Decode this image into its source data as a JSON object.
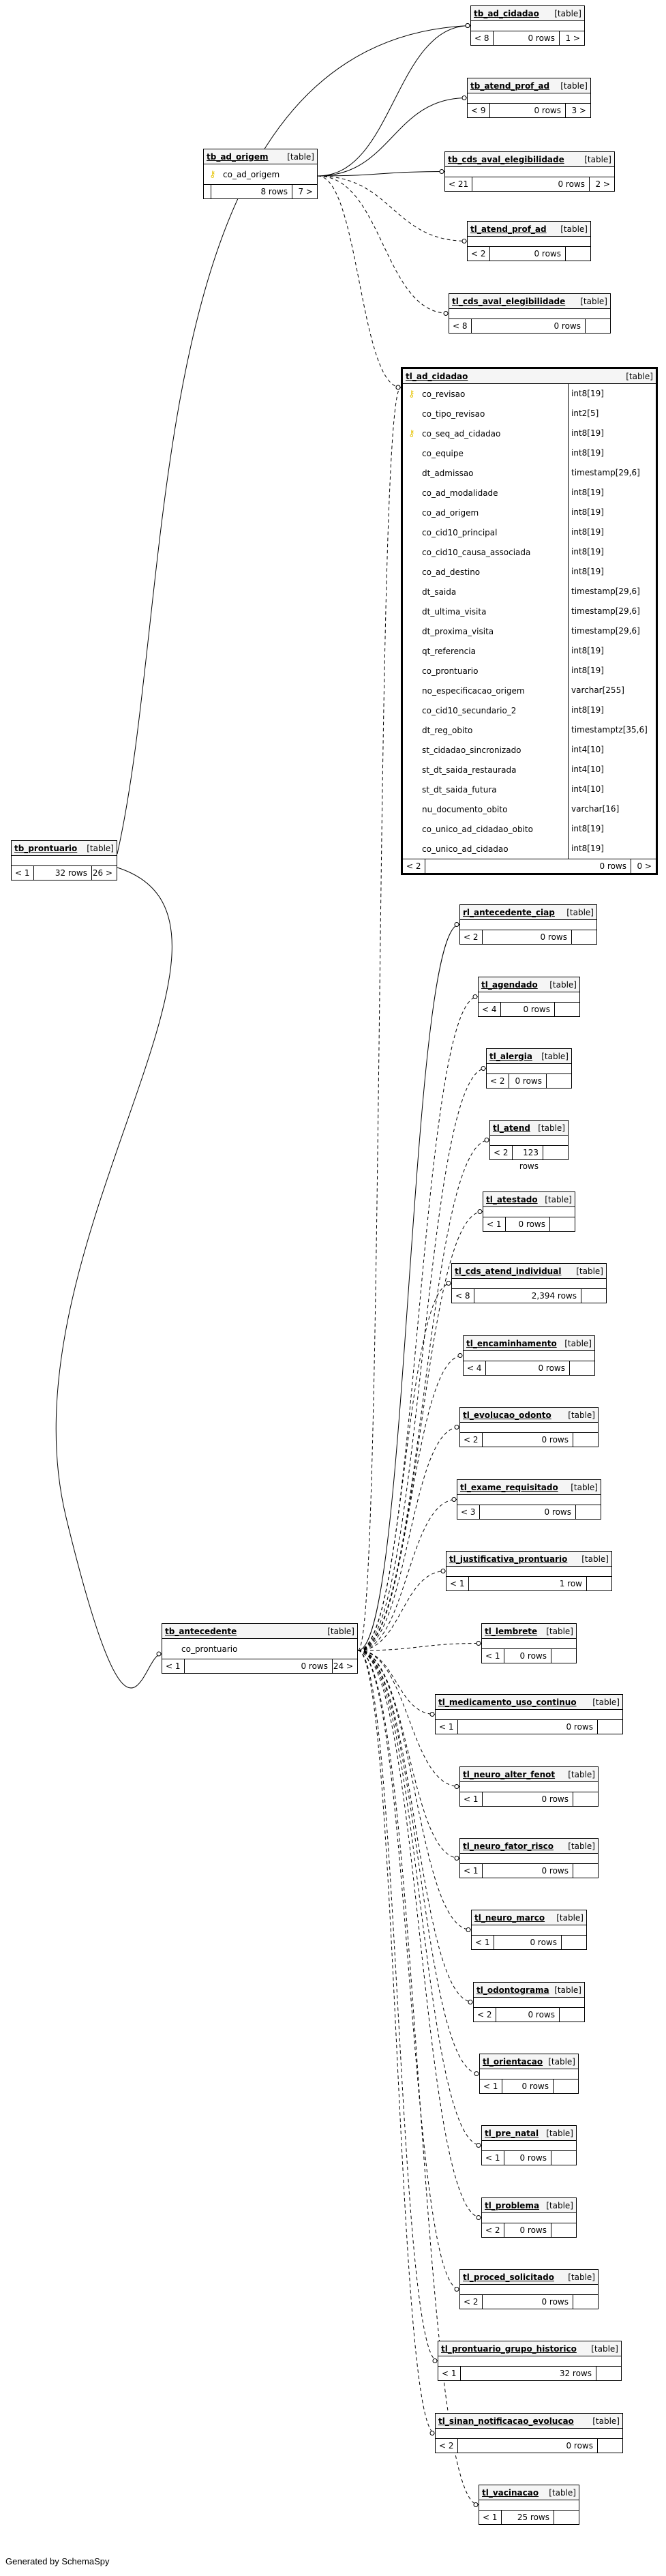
{
  "footer_text": "Generated by SchemaSpy",
  "tables": [
    {
      "id": "tb_ad_cidadao",
      "name": "tb_ad_cidadao",
      "kind": "[table]",
      "columns": [],
      "foot": [
        "< 8",
        "0 rows",
        "1 >"
      ]
    },
    {
      "id": "tb_atend_prof_ad",
      "name": "tb_atend_prof_ad",
      "kind": "[table]",
      "columns": [],
      "foot": [
        "< 9",
        "0 rows",
        "3 >"
      ]
    },
    {
      "id": "tb_ad_origem",
      "name": "tb_ad_origem",
      "kind": "[table]",
      "columns": [
        {
          "name": "co_ad_origem",
          "key": true
        }
      ],
      "foot": [
        "",
        "8 rows",
        "7 >"
      ]
    },
    {
      "id": "tb_cds_aval_elegibilidade",
      "name": "tb_cds_aval_elegibilidade",
      "kind": "[table]",
      "columns": [],
      "foot": [
        "< 21",
        "0 rows",
        "2 >"
      ]
    },
    {
      "id": "tl_atend_prof_ad",
      "name": "tl_atend_prof_ad",
      "kind": "[table]",
      "columns": [],
      "foot": [
        "< 2",
        "0 rows",
        ""
      ]
    },
    {
      "id": "tl_cds_aval_elegibilidade",
      "name": "tl_cds_aval_elegibilidade",
      "kind": "[table]",
      "columns": [],
      "foot": [
        "< 8",
        "0 rows",
        ""
      ]
    },
    {
      "id": "tl_ad_cidadao",
      "name": "tl_ad_cidadao",
      "kind": "[table]",
      "foot": [
        "< 2",
        "0 rows",
        "0 >"
      ],
      "columns": [
        {
          "name": "co_revisao",
          "type": "int8[19]",
          "key": true
        },
        {
          "name": "co_tipo_revisao",
          "type": "int2[5]",
          "key": false
        },
        {
          "name": "co_seq_ad_cidadao",
          "type": "int8[19]",
          "key": true
        },
        {
          "name": "co_equipe",
          "type": "int8[19]",
          "key": false
        },
        {
          "name": "dt_admissao",
          "type": "timestamp[29,6]",
          "key": false
        },
        {
          "name": "co_ad_modalidade",
          "type": "int8[19]",
          "key": false
        },
        {
          "name": "co_ad_origem",
          "type": "int8[19]",
          "key": false
        },
        {
          "name": "co_cid10_principal",
          "type": "int8[19]",
          "key": false
        },
        {
          "name": "co_cid10_causa_associada",
          "type": "int8[19]",
          "key": false
        },
        {
          "name": "co_ad_destino",
          "type": "int8[19]",
          "key": false
        },
        {
          "name": "dt_saida",
          "type": "timestamp[29,6]",
          "key": false
        },
        {
          "name": "dt_ultima_visita",
          "type": "timestamp[29,6]",
          "key": false
        },
        {
          "name": "dt_proxima_visita",
          "type": "timestamp[29,6]",
          "key": false
        },
        {
          "name": "qt_referencia",
          "type": "int8[19]",
          "key": false
        },
        {
          "name": "co_prontuario",
          "type": "int8[19]",
          "key": false
        },
        {
          "name": "no_especificacao_origem",
          "type": "varchar[255]",
          "key": false
        },
        {
          "name": "co_cid10_secundario_2",
          "type": "int8[19]",
          "key": false
        },
        {
          "name": "dt_reg_obito",
          "type": "timestamptz[35,6]",
          "key": false
        },
        {
          "name": "st_cidadao_sincronizado",
          "type": "int4[10]",
          "key": false
        },
        {
          "name": "st_dt_saida_restaurada",
          "type": "int4[10]",
          "key": false
        },
        {
          "name": "st_dt_saida_futura",
          "type": "int4[10]",
          "key": false
        },
        {
          "name": "nu_documento_obito",
          "type": "varchar[16]",
          "key": false
        },
        {
          "name": "co_unico_ad_cidadao_obito",
          "type": "int8[19]",
          "key": false
        },
        {
          "name": "co_unico_ad_cidadao",
          "type": "int8[19]",
          "key": false
        }
      ]
    },
    {
      "id": "tb_prontuario",
      "name": "tb_prontuario",
      "kind": "[table]",
      "columns": [],
      "foot": [
        "< 1",
        "32 rows",
        "26 >"
      ]
    },
    {
      "id": "rl_antecedente_ciap",
      "name": "rl_antecedente_ciap",
      "kind": "[table]",
      "columns": [],
      "foot": [
        "< 2",
        "0 rows",
        ""
      ]
    },
    {
      "id": "tl_agendado",
      "name": "tl_agendado",
      "kind": "[table]",
      "columns": [],
      "foot": [
        "< 4",
        "0 rows",
        ""
      ]
    },
    {
      "id": "tl_alergia",
      "name": "tl_alergia",
      "kind": "[table]",
      "columns": [],
      "foot": [
        "< 2",
        "0 rows",
        ""
      ]
    },
    {
      "id": "tl_atend",
      "name": "tl_atend",
      "kind": "[table]",
      "columns": [],
      "foot": [
        "< 2",
        "123 rows",
        ""
      ]
    },
    {
      "id": "tl_atestado",
      "name": "tl_atestado",
      "kind": "[table]",
      "columns": [],
      "foot": [
        "< 1",
        "0 rows",
        ""
      ]
    },
    {
      "id": "tl_cds_atend_individual",
      "name": "tl_cds_atend_individual",
      "kind": "[table]",
      "columns": [],
      "foot": [
        "< 8",
        "2,394 rows",
        ""
      ]
    },
    {
      "id": "tl_encaminhamento",
      "name": "tl_encaminhamento",
      "kind": "[table]",
      "columns": [],
      "foot": [
        "< 4",
        "0 rows",
        ""
      ]
    },
    {
      "id": "tl_evolucao_odonto",
      "name": "tl_evolucao_odonto",
      "kind": "[table]",
      "columns": [],
      "foot": [
        "< 2",
        "0 rows",
        ""
      ]
    },
    {
      "id": "tl_exame_requisitado",
      "name": "tl_exame_requisitado",
      "kind": "[table]",
      "columns": [],
      "foot": [
        "< 3",
        "0 rows",
        ""
      ]
    },
    {
      "id": "tl_justificativa_prontuario",
      "name": "tl_justificativa_prontuario",
      "kind": "[table]",
      "columns": [],
      "foot": [
        "< 1",
        "1 row",
        ""
      ]
    },
    {
      "id": "tb_antecedente",
      "name": "tb_antecedente",
      "kind": "[table]",
      "columns": [
        {
          "name": "co_prontuario",
          "key": false
        }
      ],
      "foot": [
        "< 1",
        "0 rows",
        "24 >"
      ]
    },
    {
      "id": "tl_lembrete",
      "name": "tl_lembrete",
      "kind": "[table]",
      "columns": [],
      "foot": [
        "< 1",
        "0 rows",
        ""
      ]
    },
    {
      "id": "tl_medicamento_uso_continuo",
      "name": "tl_medicamento_uso_continuo",
      "kind": "[table]",
      "columns": [],
      "foot": [
        "< 1",
        "0 rows",
        ""
      ]
    },
    {
      "id": "tl_neuro_alter_fenot",
      "name": "tl_neuro_alter_fenot",
      "kind": "[table]",
      "columns": [],
      "foot": [
        "< 1",
        "0 rows",
        ""
      ]
    },
    {
      "id": "tl_neuro_fator_risco",
      "name": "tl_neuro_fator_risco",
      "kind": "[table]",
      "columns": [],
      "foot": [
        "< 1",
        "0 rows",
        ""
      ]
    },
    {
      "id": "tl_neuro_marco",
      "name": "tl_neuro_marco",
      "kind": "[table]",
      "columns": [],
      "foot": [
        "< 1",
        "0 rows",
        ""
      ]
    },
    {
      "id": "tl_odontograma",
      "name": "tl_odontograma",
      "kind": "[table]",
      "columns": [],
      "foot": [
        "< 2",
        "0 rows",
        ""
      ]
    },
    {
      "id": "tl_orientacao",
      "name": "tl_orientacao",
      "kind": "[table]",
      "columns": [],
      "foot": [
        "< 1",
        "0 rows",
        ""
      ]
    },
    {
      "id": "tl_pre_natal",
      "name": "tl_pre_natal",
      "kind": "[table]",
      "columns": [],
      "foot": [
        "< 1",
        "0 rows",
        ""
      ]
    },
    {
      "id": "tl_problema",
      "name": "tl_problema",
      "kind": "[table]",
      "columns": [],
      "foot": [
        "< 2",
        "0 rows",
        ""
      ]
    },
    {
      "id": "tl_proced_solicitado",
      "name": "tl_proced_solicitado",
      "kind": "[table]",
      "columns": [],
      "foot": [
        "< 2",
        "0 rows",
        ""
      ]
    },
    {
      "id": "tl_prontuario_grupo_historico",
      "name": "tl_prontuario_grupo_historico",
      "kind": "[table]",
      "columns": [],
      "foot": [
        "< 1",
        "32 rows",
        ""
      ]
    },
    {
      "id": "tl_sinan_notificacao_evolucao",
      "name": "tl_sinan_notificacao_evolucao",
      "kind": "[table]",
      "columns": [],
      "foot": [
        "< 2",
        "0 rows",
        ""
      ]
    },
    {
      "id": "tl_vacinacao",
      "name": "tl_vacinacao",
      "kind": "[table]",
      "columns": [],
      "foot": [
        "< 1",
        "25 rows",
        ""
      ]
    }
  ],
  "relations": [
    {
      "from": "tb_ad_origem",
      "to": "tb_ad_cidadao",
      "style": "solid"
    },
    {
      "from": "tb_ad_origem",
      "to": "tb_atend_prof_ad",
      "style": "solid"
    },
    {
      "from": "tb_ad_origem",
      "to": "tb_cds_aval_elegibilidade",
      "style": "solid"
    },
    {
      "from": "tb_ad_origem",
      "to": "tl_atend_prof_ad",
      "style": "dashed"
    },
    {
      "from": "tb_ad_origem",
      "to": "tl_cds_aval_elegibilidade",
      "style": "dashed"
    },
    {
      "from": "tb_ad_origem",
      "to": "tl_ad_cidadao",
      "style": "dashed"
    },
    {
      "from": "tb_prontuario",
      "to": "tb_ad_cidadao",
      "style": "solid"
    },
    {
      "from": "tb_prontuario",
      "to": "tb_antecedente",
      "style": "solid"
    },
    {
      "from": "tb_antecedente",
      "to": "tl_ad_cidadao",
      "style": "dashed"
    },
    {
      "from": "tb_antecedente",
      "to": "rl_antecedente_ciap",
      "style": "solid"
    },
    {
      "from": "tb_antecedente",
      "to": "tl_agendado",
      "style": "dashed"
    },
    {
      "from": "tb_antecedente",
      "to": "tl_alergia",
      "style": "dashed"
    },
    {
      "from": "tb_antecedente",
      "to": "tl_atend",
      "style": "dashed"
    },
    {
      "from": "tb_antecedente",
      "to": "tl_atestado",
      "style": "dashed"
    },
    {
      "from": "tb_antecedente",
      "to": "tl_cds_atend_individual",
      "style": "dashed"
    },
    {
      "from": "tb_antecedente",
      "to": "tl_encaminhamento",
      "style": "dashed"
    },
    {
      "from": "tb_antecedente",
      "to": "tl_evolucao_odonto",
      "style": "dashed"
    },
    {
      "from": "tb_antecedente",
      "to": "tl_exame_requisitado",
      "style": "dashed"
    },
    {
      "from": "tb_antecedente",
      "to": "tl_justificativa_prontuario",
      "style": "dashed"
    },
    {
      "from": "tb_antecedente",
      "to": "tl_lembrete",
      "style": "dashed"
    },
    {
      "from": "tb_antecedente",
      "to": "tl_medicamento_uso_continuo",
      "style": "dashed"
    },
    {
      "from": "tb_antecedente",
      "to": "tl_neuro_alter_fenot",
      "style": "dashed"
    },
    {
      "from": "tb_antecedente",
      "to": "tl_neuro_fator_risco",
      "style": "dashed"
    },
    {
      "from": "tb_antecedente",
      "to": "tl_neuro_marco",
      "style": "dashed"
    },
    {
      "from": "tb_antecedente",
      "to": "tl_odontograma",
      "style": "dashed"
    },
    {
      "from": "tb_antecedente",
      "to": "tl_orientacao",
      "style": "dashed"
    },
    {
      "from": "tb_antecedente",
      "to": "tl_pre_natal",
      "style": "dashed"
    },
    {
      "from": "tb_antecedente",
      "to": "tl_problema",
      "style": "dashed"
    },
    {
      "from": "tb_antecedente",
      "to": "tl_proced_solicitado",
      "style": "dashed"
    },
    {
      "from": "tb_antecedente",
      "to": "tl_prontuario_grupo_historico",
      "style": "dashed"
    },
    {
      "from": "tb_antecedente",
      "to": "tl_sinan_notificacao_evolucao",
      "style": "dashed"
    },
    {
      "from": "tb_antecedente",
      "to": "tl_vacinacao",
      "style": "dashed"
    }
  ]
}
